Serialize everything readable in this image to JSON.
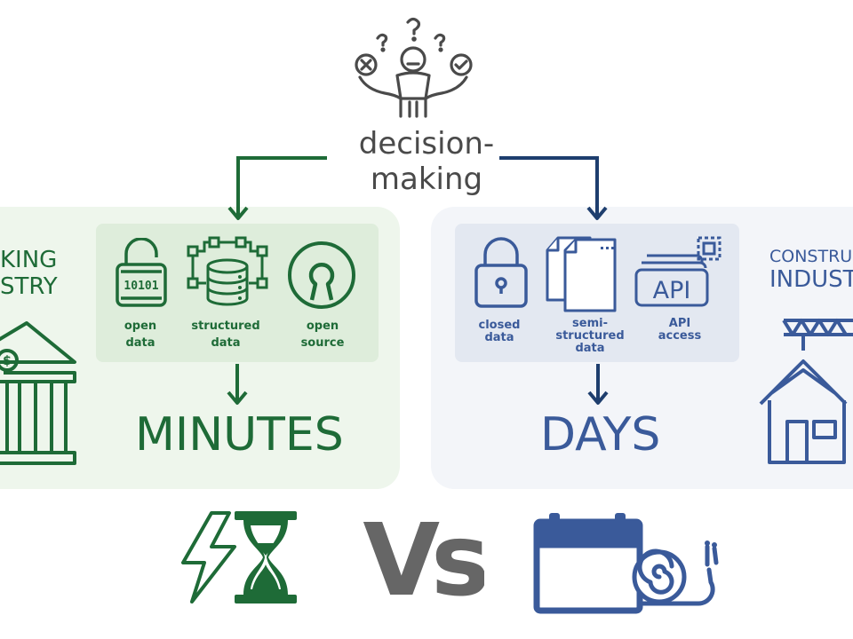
{
  "center": {
    "line1": "decision-",
    "line2": "making"
  },
  "left": {
    "industry_line1": "KING",
    "industry_line2": "STRY",
    "items": [
      {
        "line1": "open",
        "line2": "data"
      },
      {
        "line1": "structured",
        "line2": "data"
      },
      {
        "line1": "open",
        "line2": "source"
      }
    ],
    "result": "MINUTES",
    "binary_text": "10101"
  },
  "right": {
    "industry_line1": "CONSTRUC",
    "industry_line2": "INDUST",
    "items": [
      {
        "line1": "closed",
        "line2": "data",
        "line3": ""
      },
      {
        "line1": "semi-",
        "line2": "structured",
        "line3": "data"
      },
      {
        "line1": "API",
        "line2": "access",
        "line3": ""
      }
    ],
    "result": "DAYS",
    "api_text": "API"
  },
  "versus": "Vs",
  "colors": {
    "green": "#1e6b37",
    "blue": "#3a5a9a",
    "gray": "#4a4a4a",
    "vs_gray": "#666666"
  },
  "icons": {
    "person": "confused-person-icon",
    "bank": "bank-building-icon",
    "house": "house-crane-icon",
    "lightning": "lightning-icon",
    "hourglass": "hourglass-icon",
    "calendar": "calendar-icon",
    "snail": "snail-icon"
  }
}
